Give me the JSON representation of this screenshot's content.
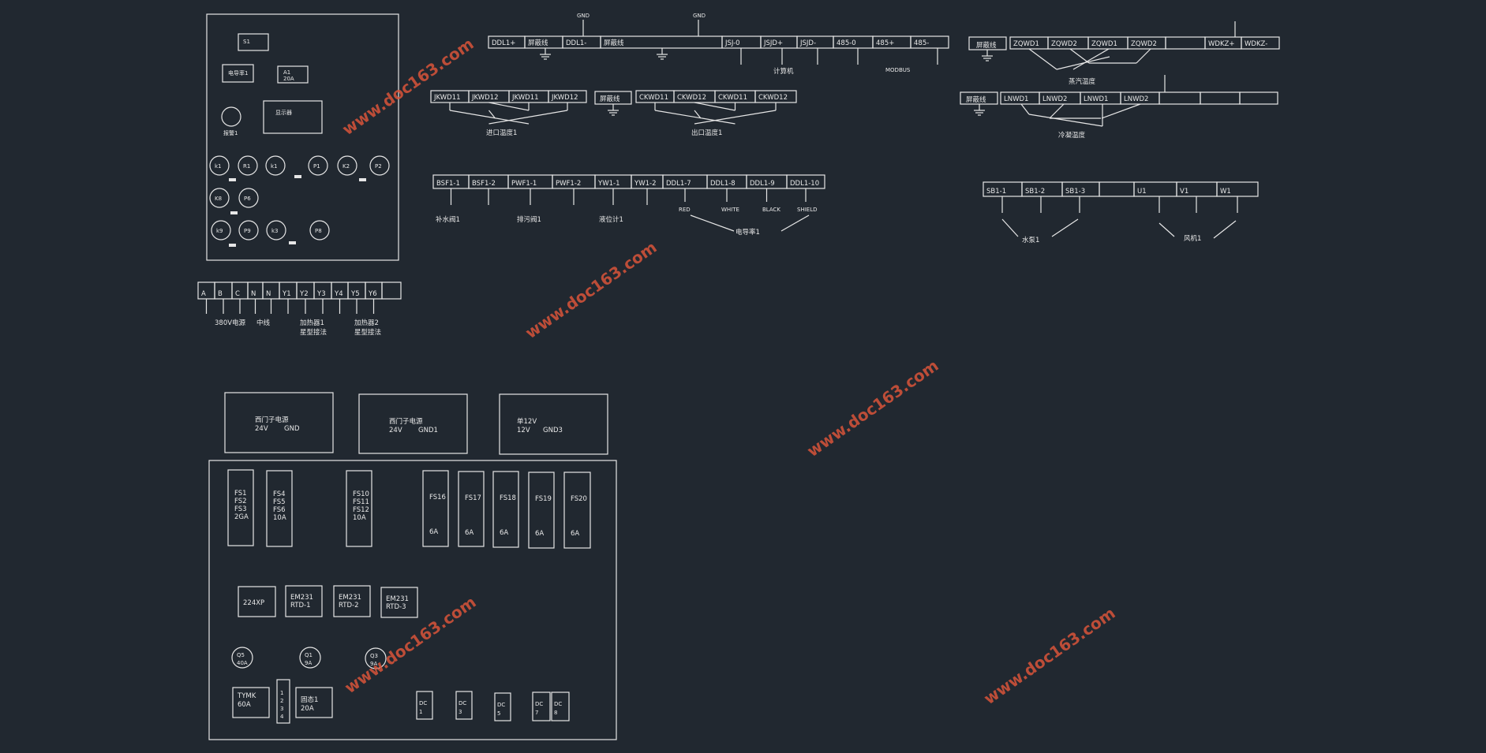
{
  "watermark_text": "www.doc163.com",
  "control_panel": {
    "labels": [
      "S1",
      "电导率1",
      "A1 20A",
      "显示器",
      "报警1"
    ],
    "indicator_labels": [
      "k1",
      "R1",
      "k1",
      "P1",
      "K2",
      "P2",
      "K8",
      "P6",
      "k9",
      "P9",
      "k3",
      "P8"
    ]
  },
  "power_terminal": {
    "cells": [
      "A",
      "B",
      "C",
      "N",
      "N",
      "Y1",
      "Y2",
      "Y3",
      "Y4",
      "Y5",
      "Y6",
      ""
    ],
    "captions": [
      "380V电源",
      "中线",
      "加热器1",
      "星型接法",
      "加热器2",
      "星型接法"
    ]
  },
  "top_strip": {
    "cells": [
      "DDL1+",
      "屏蔽线",
      "DDL1-",
      "屏蔽线",
      "JSJ-0",
      "JSJD+",
      "JSJD-",
      "485-0",
      "485+",
      "485-"
    ],
    "gnd_labels": [
      "GND",
      "GND"
    ],
    "captions": [
      "计算机",
      "MODBUS"
    ]
  },
  "inlet_temp": {
    "cells": [
      "JKWD11",
      "JKWD12",
      "JKWD11",
      "JKWD12"
    ],
    "shield": "屏蔽线",
    "caption": "进口温度1"
  },
  "outlet_temp": {
    "cells": [
      "CKWD11",
      "CKWD12",
      "CKWD11",
      "CKWD12"
    ],
    "caption": "出口温度1"
  },
  "steam": {
    "shield": "屏蔽线",
    "cells": [
      "ZQWD1",
      "ZQWD2",
      "ZQWD1",
      "ZQWD2",
      "",
      "WDKZ+",
      "WDKZ-"
    ],
    "caption": "蒸汽温度"
  },
  "cooling": {
    "shield": "屏蔽线",
    "cells": [
      "LNWD1",
      "LNWD2",
      "LNWD1",
      "LNWD2",
      "",
      "",
      ""
    ],
    "caption": "冷凝温度"
  },
  "valve_strip": {
    "cells": [
      "BSF1-1",
      "BSF1-2",
      "PWF1-1",
      "PWF1-2",
      "YW1-1",
      "YW1-2",
      "DDL1-7",
      "DDL1-8",
      "DDL1-9",
      "DDL1-10"
    ],
    "captions": [
      "补水阀1",
      "排污阀1",
      "液位计1"
    ],
    "wire_labels": [
      "RED",
      "WHITE",
      "BLACK",
      "SHIELD"
    ],
    "conductivity_caption": "电导率1"
  },
  "pump_fan": {
    "cells": [
      "SB1-1",
      "SB1-2",
      "SB1-3",
      "",
      "U1",
      "V1",
      "W1"
    ],
    "captions": [
      "水泵1",
      "风机1"
    ]
  },
  "supplies": [
    {
      "title": "西门子电源",
      "line1": "24V",
      "line2": "GND"
    },
    {
      "title": "西门子电源",
      "line1": "24V",
      "line2": "GND1"
    },
    {
      "title": "单12V",
      "line1": "12V",
      "line2": "GND3"
    }
  ],
  "fuses": [
    [
      "FS1",
      "FS2",
      "FS3",
      "2GA"
    ],
    [
      "FS4",
      "FS5",
      "FS6",
      "10A"
    ],
    [
      "FS10",
      "FS11",
      "FS12",
      "10A"
    ],
    [
      "FS16",
      "6A"
    ],
    [
      "FS17",
      "6A"
    ],
    [
      "FS18",
      "6A"
    ],
    [
      "FS19",
      "6A"
    ],
    [
      "FS20",
      "6A"
    ]
  ],
  "modules": [
    [
      "224XP"
    ],
    [
      "EM231",
      "RTD-1"
    ],
    [
      "EM231",
      "RTD-2"
    ],
    [
      "EM231",
      "RTD-3"
    ]
  ],
  "breakers": [
    [
      "Q5",
      "40A"
    ],
    [
      "Q1",
      "9A"
    ],
    [
      "Q3",
      "9A"
    ]
  ],
  "bottom_row": {
    "tymk": [
      "TYMK",
      "60A"
    ],
    "terminal": [
      "1",
      "2",
      "3",
      "4"
    ],
    "ssr": [
      "固态1",
      "20A"
    ]
  },
  "dc": [
    [
      "DC",
      "1"
    ],
    [
      "DC",
      "3"
    ],
    [
      "DC",
      "5"
    ],
    [
      "DC",
      "7"
    ],
    [
      "DC",
      "8"
    ]
  ]
}
